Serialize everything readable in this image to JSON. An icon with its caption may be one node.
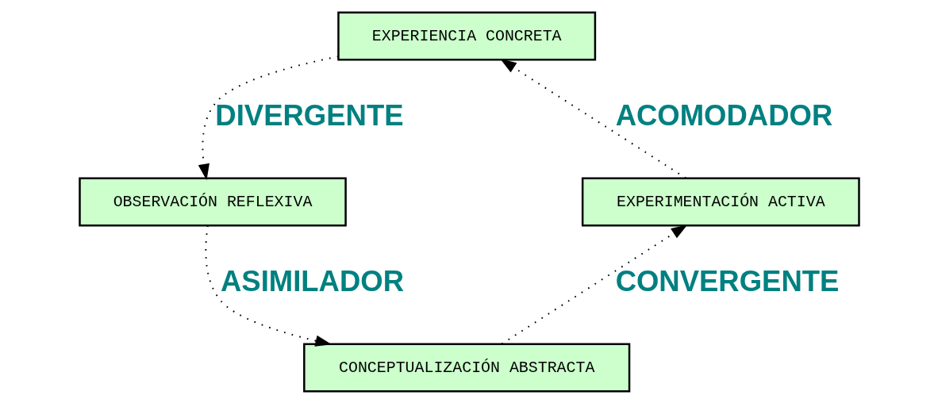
{
  "diagram": {
    "nodes": [
      {
        "text": [
          "EXPERIENCIA CONCRETA"
        ]
      },
      {
        "text": [
          "OBSERVACIÓN REFLEXIVA"
        ]
      },
      {
        "text": [
          "CONCEPTUALIZACIÓN ABSTRACTA"
        ]
      },
      {
        "text": [
          "EXPERIMENTACIÓN ACTIVA"
        ]
      }
    ],
    "edges": [
      {
        "from": 0,
        "to": 1,
        "arrow": "to",
        "style": "dashed",
        "label": "DIVERGENTE"
      },
      {
        "from": 1,
        "to": 2,
        "arrow": "to",
        "style": "dashed",
        "label": "ASIMILADOR"
      },
      {
        "from": 2,
        "to": 3,
        "arrow": "to",
        "style": "dashed",
        "label": "CONVERGENTE"
      },
      {
        "from": 3,
        "to": 0,
        "arrow": "to",
        "style": "dashed",
        "label": "ACOMODADOR"
      }
    ]
  }
}
